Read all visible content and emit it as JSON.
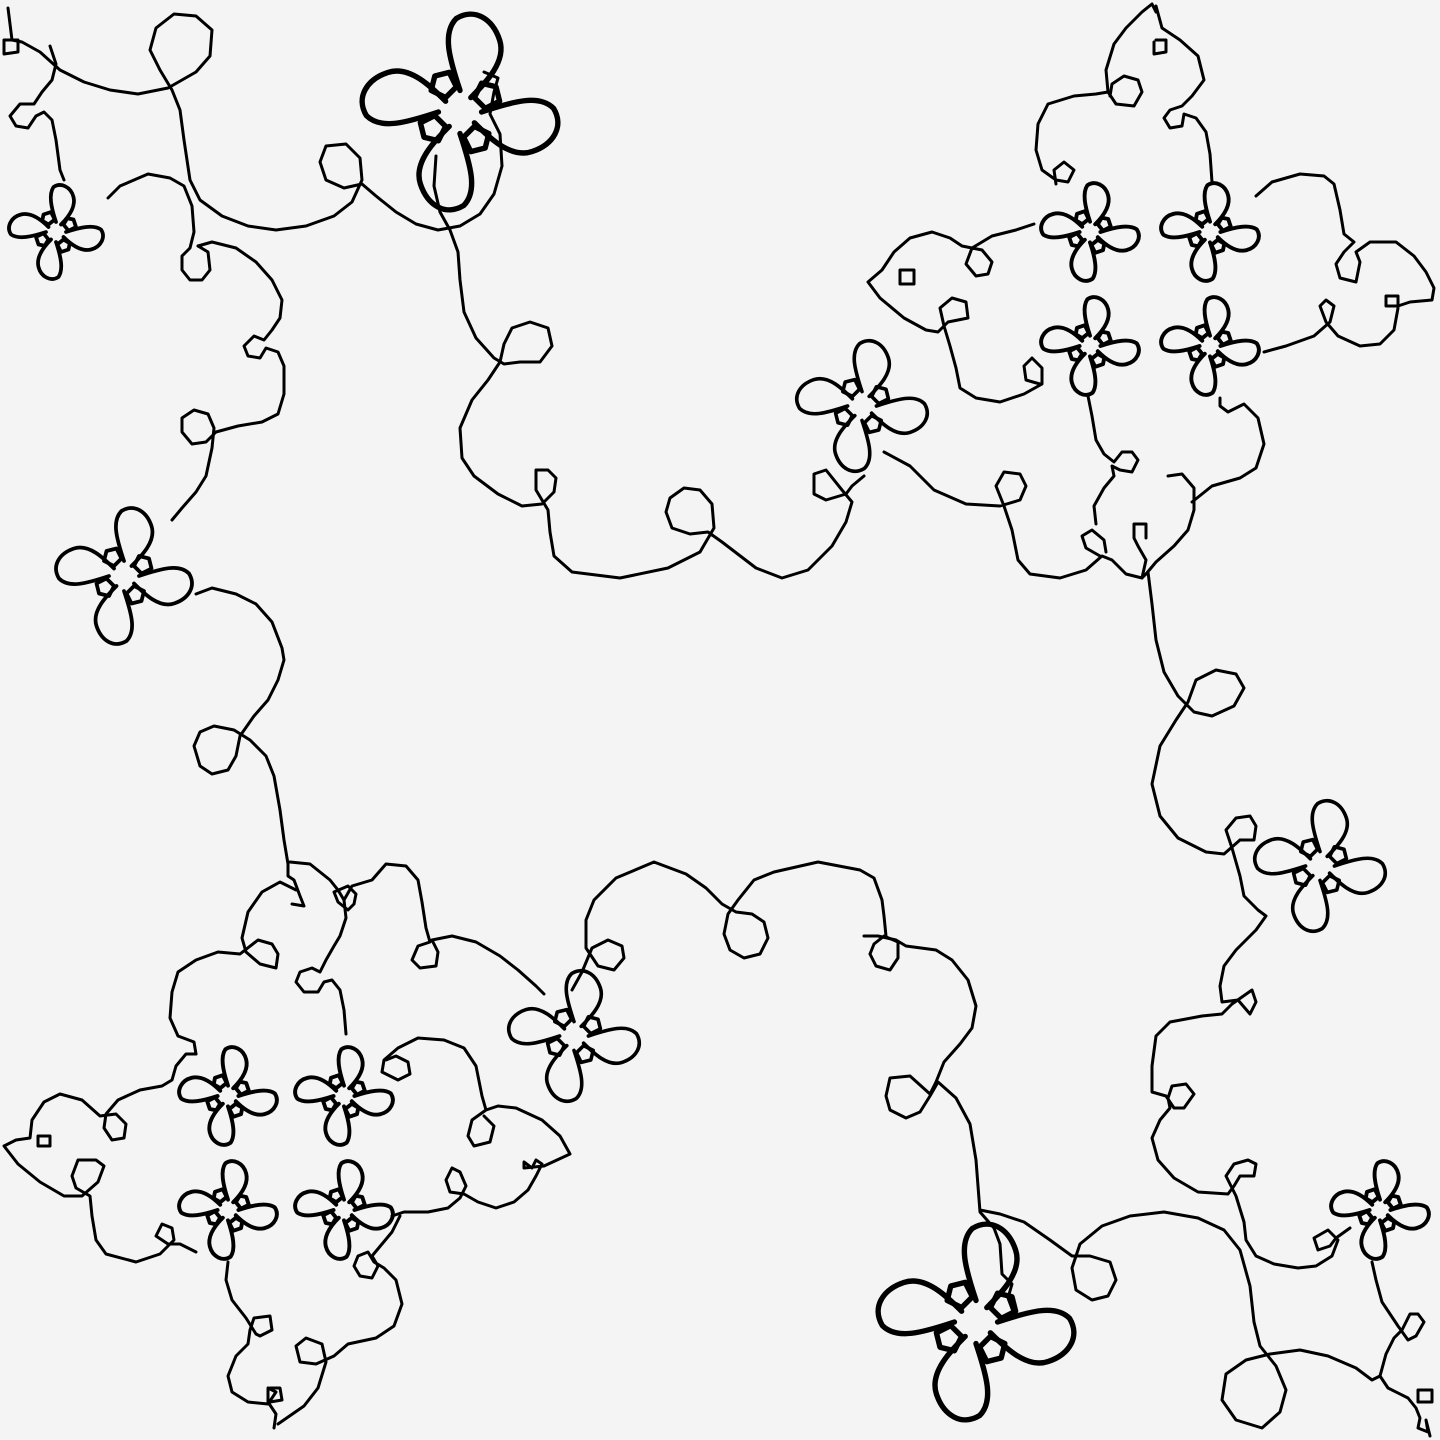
{
  "figure": {
    "background_color": "#f4f4f4",
    "stroke_color": "#000000",
    "description_kind": "continuous-line-curve",
    "flowers": [
      {
        "group": "top-left"
      },
      {
        "group": "top-left"
      },
      {
        "group": "top-left"
      },
      {
        "group": "left"
      },
      {
        "group": "top-right"
      },
      {
        "group": "top-right"
      },
      {
        "group": "top-right"
      },
      {
        "group": "top-right"
      },
      {
        "group": "top-right"
      },
      {
        "group": "right"
      },
      {
        "group": "right"
      },
      {
        "group": "bottom-left"
      },
      {
        "group": "bottom-left"
      },
      {
        "group": "bottom-left"
      },
      {
        "group": "bottom-left"
      },
      {
        "group": "bottom-left"
      },
      {
        "group": "bottom-right"
      },
      {
        "group": "bottom-right"
      }
    ]
  }
}
